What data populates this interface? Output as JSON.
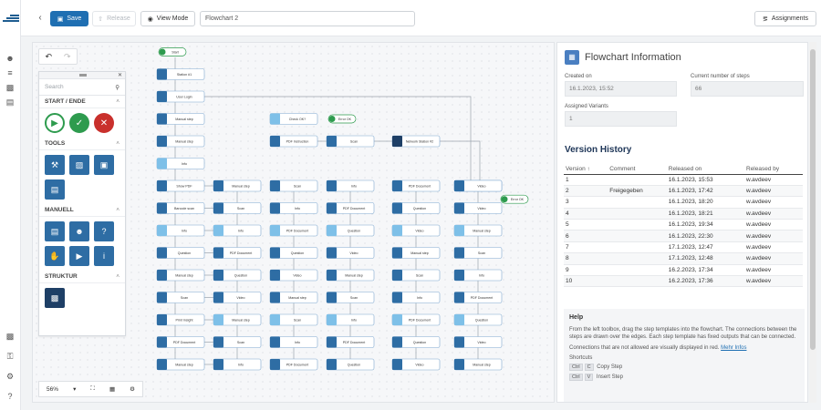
{
  "topbar": {
    "save": "Save",
    "release": "Release",
    "view_mode": "View Mode",
    "title_value": "Flowchart 2",
    "assignments": "Assignments"
  },
  "toolbox": {
    "search_placeholder": "Search",
    "sections": [
      "START / ENDE",
      "TOOLS",
      "MANUELL",
      "STRUKTUR"
    ]
  },
  "zoom": {
    "level": "56%"
  },
  "flow": {
    "nodes": [
      {
        "id": "start",
        "label": "Start",
        "col": 0,
        "row": 0,
        "kind": "start"
      },
      {
        "id": "n1",
        "label": "Station #1",
        "col": 0,
        "row": 1
      },
      {
        "id": "n2",
        "label": "User Login",
        "col": 0,
        "row": 2
      },
      {
        "id": "n3",
        "label": "Manual step",
        "col": 0,
        "row": 3
      },
      {
        "id": "n4",
        "label": "Manual step",
        "col": 0,
        "row": 4
      },
      {
        "id": "n5",
        "label": "Info",
        "col": 0,
        "row": 5
      },
      {
        "id": "n6",
        "label": "Show PDF",
        "col": 0,
        "row": 6
      },
      {
        "id": "n7",
        "label": "Barcode scan",
        "col": 0,
        "row": 7
      },
      {
        "id": "n8",
        "label": "Info",
        "col": 0,
        "row": 8
      },
      {
        "id": "n9",
        "label": "Question",
        "col": 0,
        "row": 9
      },
      {
        "id": "n10",
        "label": "Manual step",
        "col": 0,
        "row": 10
      },
      {
        "id": "n11",
        "label": "Scan",
        "col": 0,
        "row": 11
      },
      {
        "id": "n12",
        "label": "Print Insight",
        "col": 0,
        "row": 12
      },
      {
        "id": "n13",
        "label": "PDF Document",
        "col": 0,
        "row": 13
      },
      {
        "id": "n14",
        "label": "Manual step",
        "col": 0,
        "row": 14
      },
      {
        "id": "c1",
        "label": "Check OK?",
        "col": 2,
        "row": 3
      },
      {
        "id": "e1",
        "label": "Error OK",
        "col": 3,
        "row": 3,
        "kind": "end"
      },
      {
        "id": "c2",
        "label": "PDF Instruction",
        "col": 2,
        "row": 4
      },
      {
        "id": "c3",
        "label": "Scan",
        "col": 3,
        "row": 4
      },
      {
        "id": "c4",
        "label": "Network Station #2",
        "col": 4,
        "row": 4
      },
      {
        "id": "c5",
        "label": "Video",
        "col": 5,
        "row": 6
      },
      {
        "id": "e2",
        "label": "Error OK",
        "col": 5.7,
        "row": 6.6,
        "kind": "end"
      }
    ]
  }
}
